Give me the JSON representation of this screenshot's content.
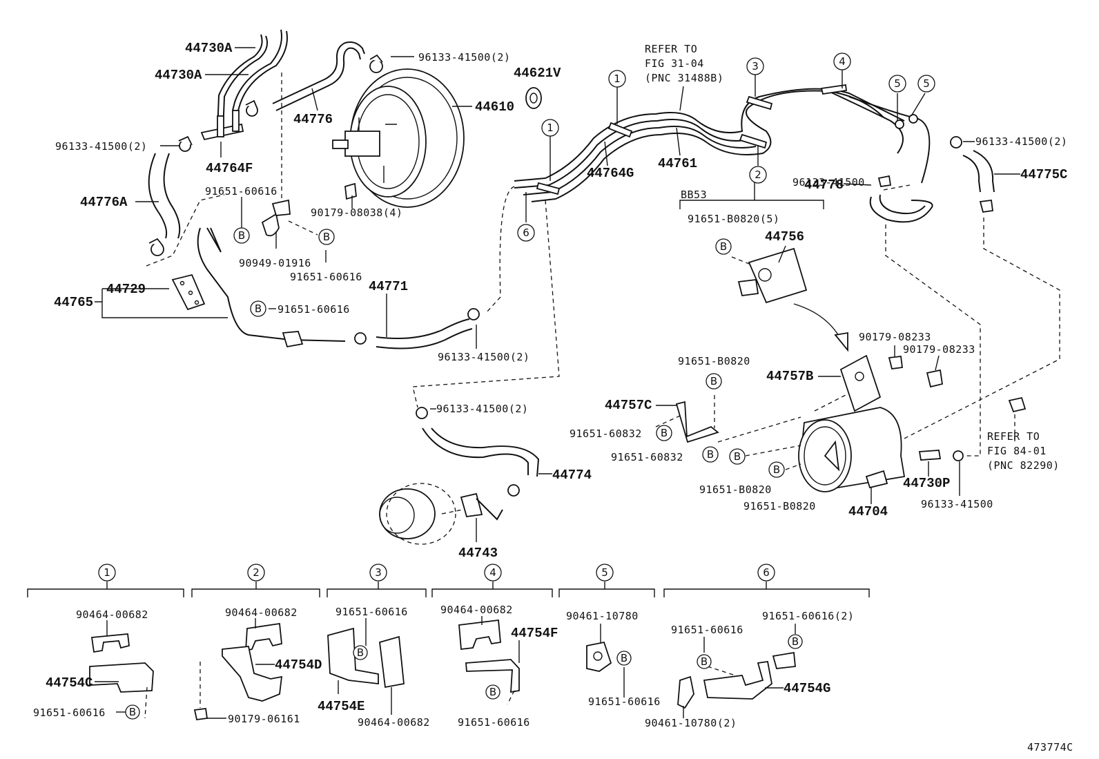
{
  "diagram": {
    "figure_id": "473774C",
    "labels": {
      "p44730A_1": "44730A",
      "p44730A_2": "44730A",
      "p96133_a": "96133-41500(2)",
      "p44621V": "44621V",
      "p44610": "44610",
      "p44776": "44776",
      "p96133_b": "96133-41500(2)",
      "p44764F": "44764F",
      "p44776A": "44776A",
      "p91651_a": "91651-60616",
      "p90179_08038": "90179-08038(4)",
      "p90949": "90949-01916",
      "p91651_b": "91651-60616",
      "p44771": "44771",
      "p44729": "44729",
      "p44765": "44765",
      "p91651_c": "91651-60616",
      "p96133_c": "96133-41500(2)",
      "refer1_l1": "REFER TO",
      "refer1_l2": "FIG 31-04",
      "refer1_l3": "(PNC 31488B)",
      "p44764G": "44764G",
      "p44761": "44761",
      "p96133_d": "96133-41500(2)",
      "p96133_e": "96133-41500",
      "p44775C": "44775C",
      "p44778": "44778",
      "bb53": "BB53",
      "p91651_b0820_5": "91651-B0820(5)",
      "p44756": "44756",
      "p90179_08233_a": "90179-08233",
      "p90179_08233_b": "90179-08233",
      "p91651_b0820_a": "91651-B0820",
      "p44757B": "44757B",
      "p96133_f": "96133-41500(2)",
      "p44757C": "44757C",
      "p91651_60832_a": "91651-60832",
      "p91651_60832_b": "91651-60832",
      "p91651_b0820_b": "91651-B0820",
      "p91651_b0820_c": "91651-B0820",
      "p44704": "44704",
      "p44730P": "44730P",
      "p96133_g": "96133-41500",
      "refer2_l1": "REFER TO",
      "refer2_l2": "FIG 84-01",
      "refer2_l3": "(PNC 82290)",
      "p44774": "44774",
      "p44743": "44743"
    },
    "callouts": [
      "1",
      "1",
      "2",
      "3",
      "4",
      "5",
      "5",
      "6"
    ],
    "bolt_marker": "B",
    "groups": [
      {
        "num": "1",
        "a": "90464-00682",
        "b": "44754C",
        "c": "91651-60616"
      },
      {
        "num": "2",
        "a": "90464-00682",
        "b": "44754D",
        "c": "90179-06161"
      },
      {
        "num": "3",
        "a": "91651-60616",
        "b": "44754E",
        "c": "90464-00682"
      },
      {
        "num": "4",
        "a": "90464-00682",
        "b": "44754F",
        "c": "91651-60616"
      },
      {
        "num": "5",
        "a": "90461-10780",
        "b": "91651-60616"
      },
      {
        "num": "6",
        "a": "91651-60616",
        "b": "91651-60616(2)",
        "c": "44754G",
        "d": "90461-10780(2)"
      }
    ]
  }
}
